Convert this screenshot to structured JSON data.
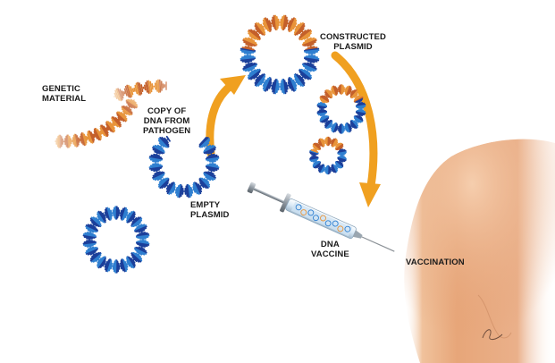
{
  "labels": {
    "genetic_material": [
      "GENETIC",
      "MATERIAL"
    ],
    "copy_of_dna": [
      "COPY OF",
      "DNA FROM",
      "PATHOGEN"
    ],
    "constructed_plasmid": [
      "CONSTRUCTED",
      "PLASMID"
    ],
    "empty_plasmid": [
      "EMPTY",
      "PLASMID"
    ],
    "dna_vaccine": [
      "DNA",
      "VACCINE"
    ],
    "vaccination": "VACCINATION"
  },
  "colors": {
    "helix_blue": "#2f7fd0",
    "helix_blue_dark": "#1b3f9a",
    "helix_orange": "#e8943a",
    "helix_orange_dark": "#c4602a",
    "arrow": "#f0a020",
    "arm_skin": "#e6a77a",
    "syringe_fluid": "#cfe3f4"
  },
  "icons": {
    "plasmids": [
      "constructed-plasmid-icon",
      "empty-plasmid-icon",
      "plasmid-icon"
    ],
    "syringe": "syringe-icon",
    "arm": "arm-icon"
  }
}
